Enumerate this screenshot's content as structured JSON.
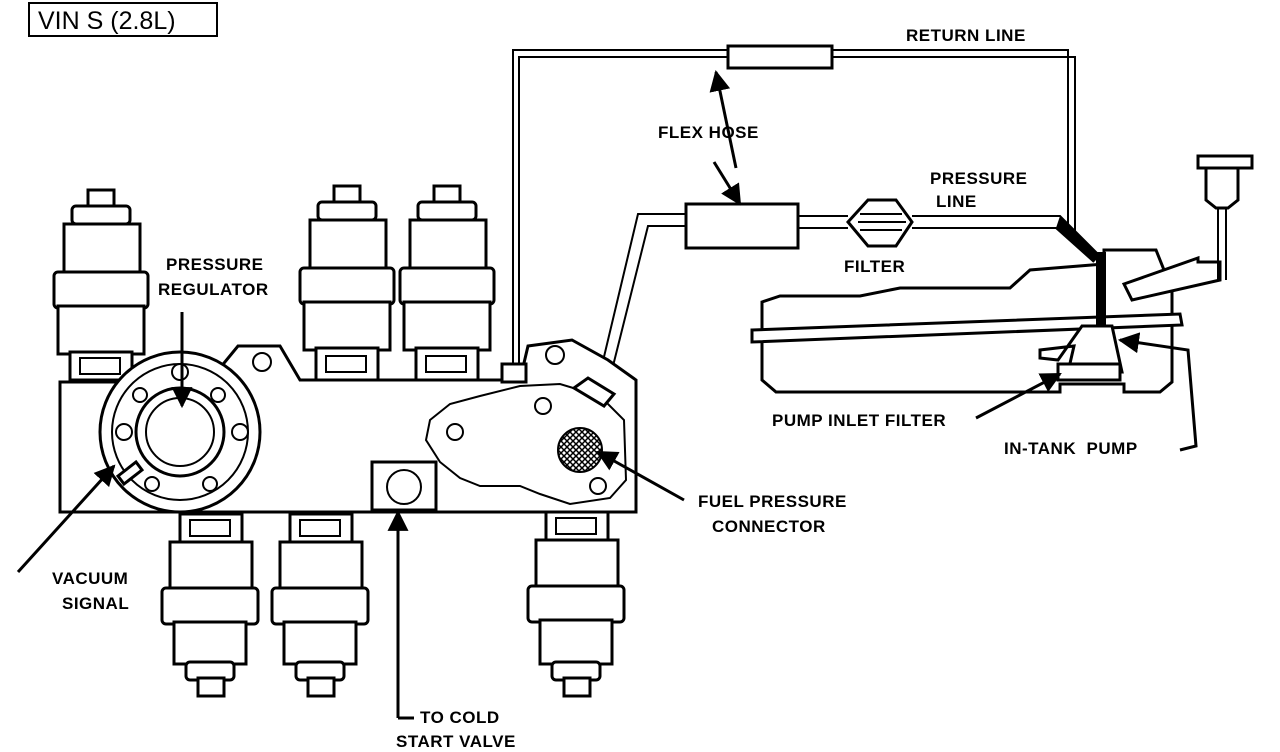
{
  "title": "VIN S (2.8L)",
  "labels": {
    "return_line": "RETURN LINE",
    "flex_hose": "FLEX HOSE",
    "pressure_line_1": "PRESSURE",
    "pressure_line_2": "LINE",
    "filter": "FILTER",
    "pressure_regulator_1": "PRESSURE",
    "pressure_regulator_2": "REGULATOR",
    "pump_inlet_filter": "PUMP INLET FILTER",
    "in_tank_pump": "IN-TANK  PUMP",
    "fuel_pressure_connector_1": "FUEL PRESSURE",
    "fuel_pressure_connector_2": "CONNECTOR",
    "vacuum_signal_1": "VACUUM",
    "vacuum_signal_2": "SIGNAL",
    "cold_start_1": "TO COLD",
    "cold_start_2": "START VALVE"
  }
}
